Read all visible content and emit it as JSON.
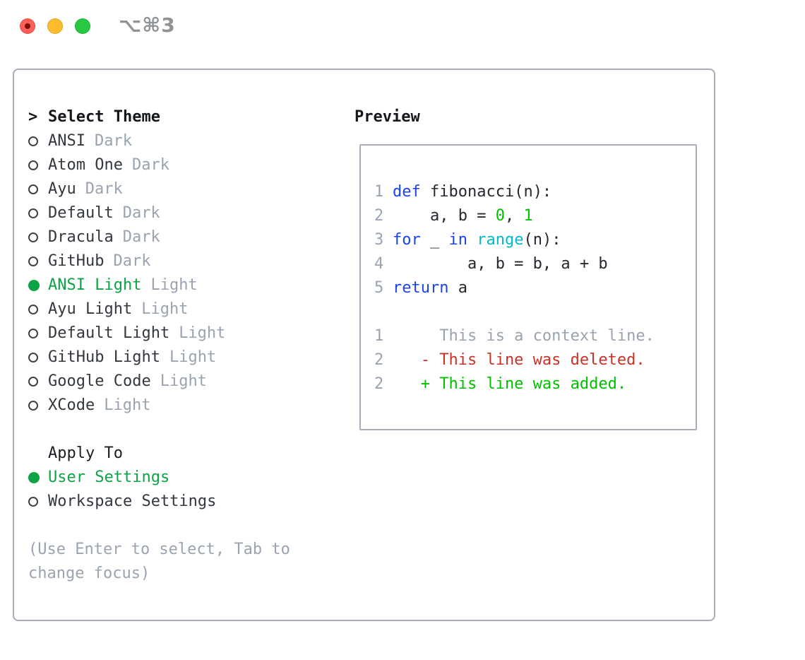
{
  "titlebar": {
    "shortcut_label": "⌥⌘3",
    "traffic_lights": [
      "close",
      "minimize",
      "zoom"
    ]
  },
  "theme_panel": {
    "title_prefix": ">",
    "title": "Select Theme",
    "items": [
      {
        "name": "ANSI",
        "variant": "Dark",
        "selected": false
      },
      {
        "name": "Atom One",
        "variant": "Dark",
        "selected": false
      },
      {
        "name": "Ayu",
        "variant": "Dark",
        "selected": false
      },
      {
        "name": "Default",
        "variant": "Dark",
        "selected": false
      },
      {
        "name": "Dracula",
        "variant": "Dark",
        "selected": false
      },
      {
        "name": "GitHub",
        "variant": "Dark",
        "selected": false
      },
      {
        "name": "ANSI Light",
        "variant": "Light",
        "selected": true
      },
      {
        "name": "Ayu Light",
        "variant": "Light",
        "selected": false
      },
      {
        "name": "Default Light",
        "variant": "Light",
        "selected": false
      },
      {
        "name": "GitHub Light",
        "variant": "Light",
        "selected": false
      },
      {
        "name": "Google Code",
        "variant": "Light",
        "selected": false
      },
      {
        "name": "XCode",
        "variant": "Light",
        "selected": false
      }
    ]
  },
  "apply_panel": {
    "title": "Apply To",
    "options": [
      {
        "name": "User Settings",
        "selected": true
      },
      {
        "name": "Workspace Settings",
        "selected": false
      }
    ]
  },
  "help": {
    "lines": [
      "(Use Enter to select, Tab to",
      "change focus)"
    ]
  },
  "preview": {
    "title": "Preview",
    "code_lines": [
      {
        "num": "1",
        "tokens": [
          [
            "kw",
            "def"
          ],
          [
            "plain",
            " fibonacci(n):"
          ]
        ]
      },
      {
        "num": "2",
        "tokens": [
          [
            "plain",
            "    a, b = "
          ],
          [
            "number",
            "0"
          ],
          [
            "plain",
            ", "
          ],
          [
            "number",
            "1"
          ]
        ]
      },
      {
        "num": "3",
        "tokens": [
          [
            "kw",
            "for"
          ],
          [
            "plain",
            " _ "
          ],
          [
            "kw",
            "in"
          ],
          [
            "plain",
            " "
          ],
          [
            "builtin",
            "range"
          ],
          [
            "plain",
            "(n):"
          ]
        ]
      },
      {
        "num": "4",
        "tokens": [
          [
            "plain",
            "        a, b = b, a + b"
          ]
        ]
      },
      {
        "num": "5",
        "tokens": [
          [
            "kw",
            "return"
          ],
          [
            "plain",
            " a"
          ]
        ]
      }
    ],
    "diff_lines": [
      {
        "num": "1",
        "tokens": [
          [
            "context",
            "     This is a context line."
          ]
        ]
      },
      {
        "num": "2",
        "tokens": [
          [
            "deleted",
            "   - This line was deleted."
          ]
        ]
      },
      {
        "num": "2",
        "tokens": [
          [
            "added",
            "   + This line was added."
          ]
        ]
      }
    ]
  },
  "colors": {
    "selection_green": "#0ca445",
    "code_green": "#00c000",
    "keyword_blue": "#1a43ee",
    "builtin_cyan": "#00bac8",
    "deleted_red": "#cb3227",
    "muted_gray": "#9aa3b0",
    "border_gray": "#a8aeb9",
    "traffic_red": "#ff5f57",
    "traffic_yellow": "#febc2e",
    "traffic_green": "#28c840"
  }
}
